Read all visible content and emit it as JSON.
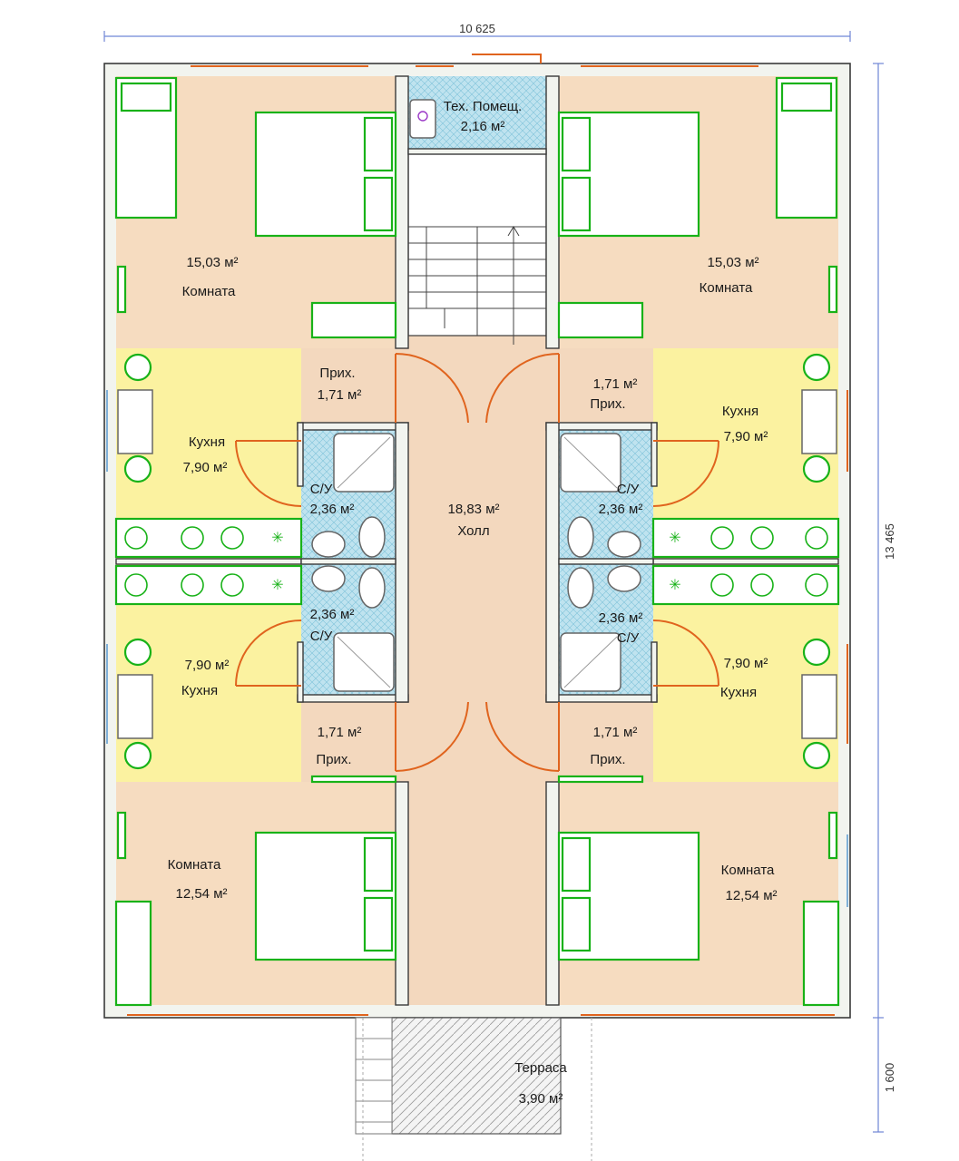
{
  "dimensions": {
    "width_total": "10 625",
    "height_main": "13 465",
    "height_terrace": "1 600"
  },
  "rooms": {
    "tech": {
      "name": "Тех. Помещ.",
      "area": "2,16 м²"
    },
    "room_tl": {
      "name": "Комната",
      "area": "15,03 м²"
    },
    "room_tr": {
      "name": "Комната",
      "area": "15,03 м²"
    },
    "room_bl": {
      "name": "Комната",
      "area": "12,54 м²"
    },
    "room_br": {
      "name": "Комната",
      "area": "12,54 м²"
    },
    "hall_tl": {
      "name": "Прих.",
      "area": "1,71 м²"
    },
    "hall_tr": {
      "name": "Прих.",
      "area": "1,71 м²"
    },
    "hall_bl": {
      "name": "Прих.",
      "area": "1,71 м²"
    },
    "hall_br": {
      "name": "Прих.",
      "area": "1,71 м²"
    },
    "kitchen_tl": {
      "name": "Кухня",
      "area": "7,90 м²"
    },
    "kitchen_tr": {
      "name": "Кухня",
      "area": "7,90 м²"
    },
    "kitchen_bl": {
      "name": "Кухня",
      "area": "7,90 м²"
    },
    "kitchen_br": {
      "name": "Кухня",
      "area": "7,90 м²"
    },
    "bath_tl": {
      "name": "С/У",
      "area": "2,36 м²"
    },
    "bath_tr": {
      "name": "С/У",
      "area": "2,36 м²"
    },
    "bath_bl": {
      "name": "С/У",
      "area": "2,36 м²"
    },
    "bath_br": {
      "name": "С/У",
      "area": "2,36 м²"
    },
    "main_hall": {
      "name": "Холл",
      "area": "18,83 м²"
    },
    "terrace": {
      "name": "Терраса",
      "area": "3,90 м²"
    }
  },
  "colors": {
    "bedroom_floor": "#f6dcc0",
    "kitchen_floor": "#fbf2a0",
    "bathroom_floor": "#bfe3ef",
    "hall_floor": "#f3d8be",
    "tech_floor": "#bfe3ef",
    "furniture_stroke": "#18b218",
    "door_window": "#e0641e",
    "dimension_line": "#6f86d6"
  }
}
